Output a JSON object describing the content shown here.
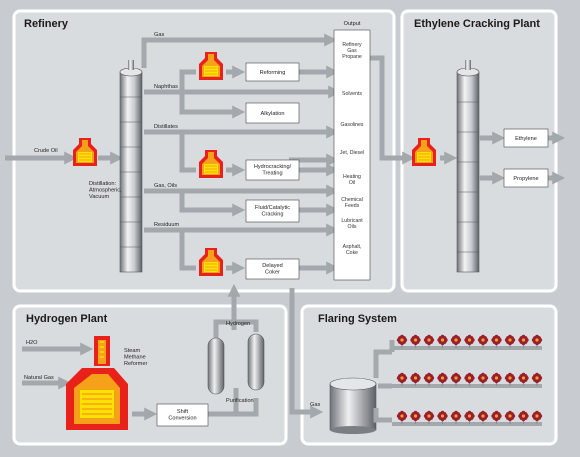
{
  "panels": {
    "refinery": "Refinery",
    "ethylene": "Ethylene Cracking Plant",
    "hydrogen": "Hydrogen Plant",
    "flaring": "Flaring System"
  },
  "refinery": {
    "feed": "Crude Oil",
    "distillation": [
      "Distillation:",
      "Atmospheric,",
      "Vacuum"
    ],
    "streams": {
      "gas": "Gas",
      "naphthas": "Naphthas",
      "distillates": "Distillates",
      "gas_oils": "Gas, Oils",
      "residuum": "Residuum"
    },
    "units": {
      "reforming": [
        "Reforming"
      ],
      "alkylation": [
        "Alkylation"
      ],
      "hydrocracking": [
        "Hydrocracking/",
        "Treating"
      ],
      "fluid_catalytic": [
        "Fluid/Catalytic",
        "Cracking"
      ],
      "delayed_coker": [
        "Delayed",
        "Coker"
      ]
    },
    "output_title": "Output",
    "outputs": [
      [
        "Refinery",
        "Gas",
        "Propane"
      ],
      [
        "Solvents"
      ],
      [
        "Gasolines"
      ],
      [
        "Jet, Diesel"
      ],
      [
        "Heating",
        "Oil"
      ],
      [
        "Chemical",
        "Feeds"
      ],
      [
        "Lubricant",
        "Oils"
      ],
      [
        "Asphalt,",
        "Coke"
      ]
    ]
  },
  "ethylene": {
    "products": [
      "Ethylene",
      "Propylene"
    ]
  },
  "hydrogen_plant": {
    "inputs": [
      "H2O",
      "Natural Gas"
    ],
    "reformer": [
      "Steam",
      "Methane",
      "Reformer"
    ],
    "shift": [
      "Shift",
      "Conversion"
    ],
    "purification": "Purification",
    "hydrogen": "Hydrogen"
  },
  "flaring": {
    "gas": "Gas"
  },
  "colors": {
    "background": "#c8ccd0",
    "panel_fill": "#d9dcdf",
    "pipe": "#a3a8ad",
    "furnace_red": "#e8221b",
    "furnace_orange": "#f5a21a",
    "furnace_yellow": "#ffe100",
    "flare_flower": "#9a1e2e"
  }
}
